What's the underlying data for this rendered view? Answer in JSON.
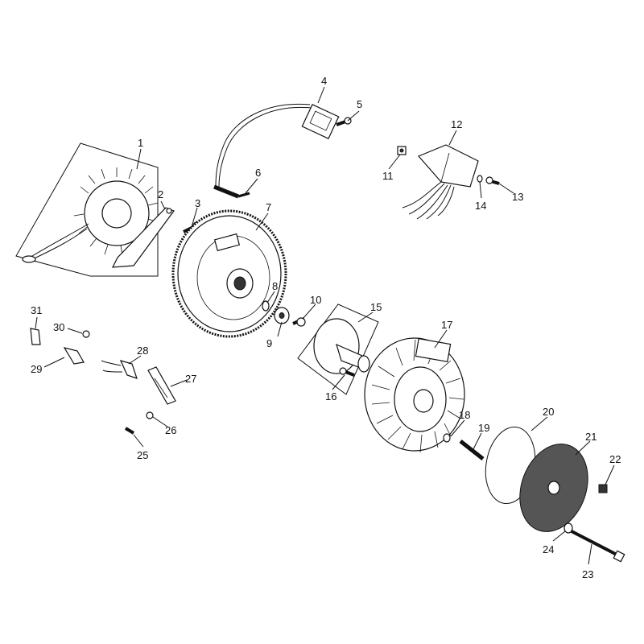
{
  "diagram": {
    "type": "exploded-parts-diagram",
    "callouts": [
      "1",
      "2",
      "3",
      "4",
      "5",
      "6",
      "7",
      "8",
      "9",
      "10",
      "11",
      "12",
      "13",
      "14",
      "15",
      "16",
      "17",
      "18",
      "19",
      "20",
      "21",
      "22",
      "23",
      "24",
      "25",
      "26",
      "27",
      "28",
      "29",
      "30",
      "31"
    ]
  }
}
